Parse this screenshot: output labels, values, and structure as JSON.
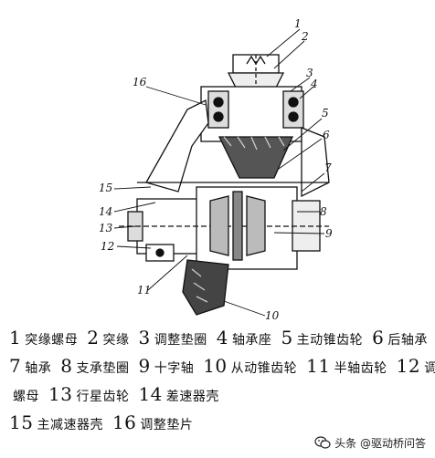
{
  "diagram": {
    "callouts": [
      "1",
      "2",
      "3",
      "4",
      "5",
      "6",
      "7",
      "8",
      "9",
      "10",
      "11",
      "12",
      "13",
      "14",
      "15",
      "16"
    ]
  },
  "legend": {
    "lines": [
      [
        {
          "num": "1",
          "text": "突缘螺母"
        },
        {
          "num": "2",
          "text": "突缘"
        },
        {
          "num": "3",
          "text": "调整垫圈"
        },
        {
          "num": "4",
          "text": "轴承座"
        },
        {
          "num": "5",
          "text": "主动锥齿轮"
        },
        {
          "num": "6",
          "text": "后轴承"
        }
      ],
      [
        {
          "num": "7",
          "text": "轴承"
        },
        {
          "num": "8",
          "text": "支承垫圈"
        },
        {
          "num": "9",
          "text": "十字轴"
        },
        {
          "num": "10",
          "text": "从动锥齿轮"
        },
        {
          "num": "11",
          "text": "半轴齿轮"
        },
        {
          "num": "12",
          "text": "调整"
        }
      ],
      [
        {
          "num": "",
          "text": "螺母"
        },
        {
          "num": "13",
          "text": "行星齿轮"
        },
        {
          "num": "14",
          "text": "差速器壳"
        }
      ],
      [
        {
          "num": "15",
          "text": "主减速器壳"
        },
        {
          "num": "16",
          "text": "调整垫片"
        }
      ]
    ]
  },
  "watermark": {
    "icon": "wechat-icon",
    "text": "头条 @驱动桥问答"
  }
}
